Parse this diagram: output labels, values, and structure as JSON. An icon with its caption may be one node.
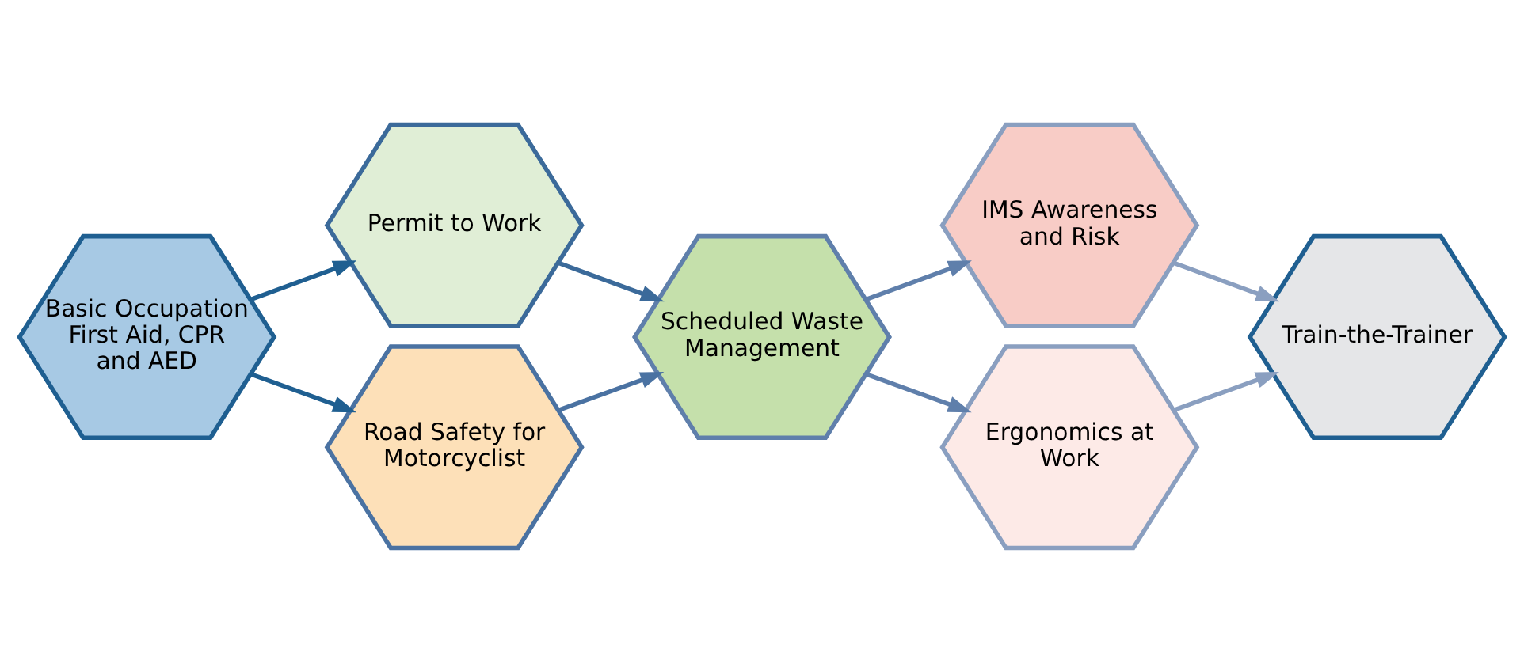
{
  "diagram": {
    "nodes": [
      {
        "text": [
          "Basic Occupation First Aid, CPR and AED"
        ]
      },
      {
        "text": [
          "Permit to Work"
        ]
      },
      {
        "text": [
          "Road Safety for Motorcyclist"
        ]
      },
      {
        "text": [
          "Scheduled Waste Management"
        ]
      },
      {
        "text": [
          "IMS Awareness and Risk"
        ]
      },
      {
        "text": [
          "Ergonomics at Work"
        ]
      },
      {
        "text": [
          "Train-the-Trainer"
        ]
      }
    ],
    "edges": [
      {
        "from": 0,
        "to": 1,
        "arrow": "to",
        "color": "#1f5f91"
      },
      {
        "from": 0,
        "to": 2,
        "arrow": "to",
        "color": "#1f5f91"
      },
      {
        "from": 1,
        "to": 3,
        "arrow": "to",
        "color": "#3b6a9a"
      },
      {
        "from": 2,
        "to": 3,
        "arrow": "to",
        "color": "#4a72a2"
      },
      {
        "from": 3,
        "to": 4,
        "arrow": "to",
        "color": "#5f7fab"
      },
      {
        "from": 3,
        "to": 5,
        "arrow": "to",
        "color": "#5f7fab"
      },
      {
        "from": 4,
        "to": 6,
        "arrow": "to",
        "color": "#8a9fc0"
      },
      {
        "from": 5,
        "to": 6,
        "arrow": "to",
        "color": "#8a9fc0"
      }
    ]
  }
}
